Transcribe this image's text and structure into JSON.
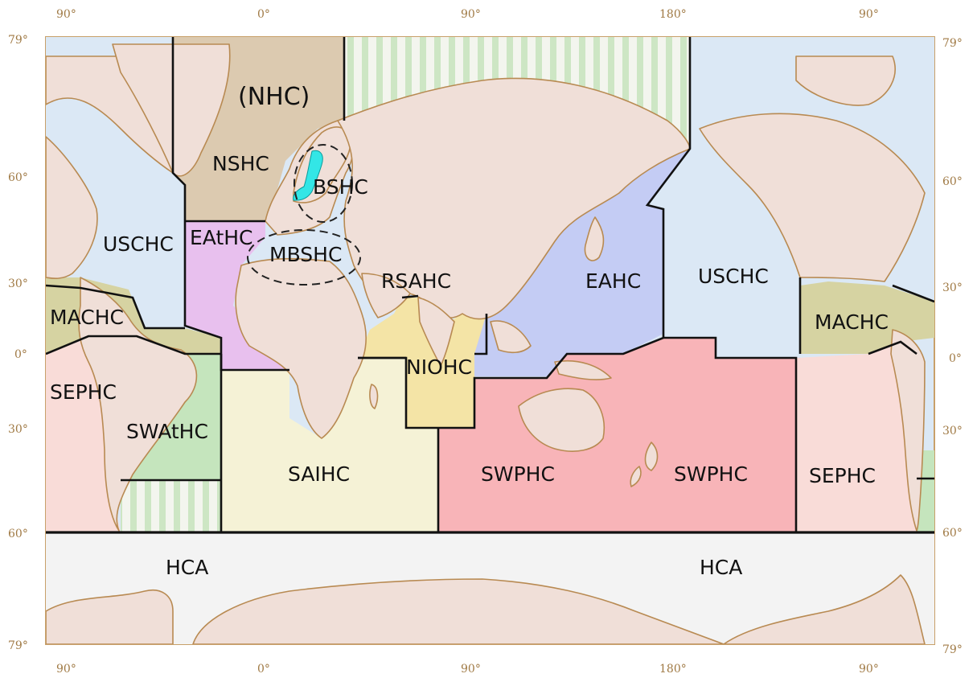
{
  "map": {
    "longitude_ticks_top": [
      "90°",
      "0°",
      "90°",
      "180°",
      "90°"
    ],
    "longitude_ticks_bottom": [
      "90°",
      "0°",
      "90°",
      "180°",
      "90°"
    ],
    "latitude_ticks_left": [
      "79°",
      "60°",
      "30°",
      "0°",
      "30°",
      "60°",
      "79°"
    ],
    "latitude_ticks_right": [
      "79°",
      "60°",
      "30°",
      "0°",
      "30°",
      "60°",
      "79°"
    ],
    "regions": {
      "nhc": "(NHC)",
      "nshc": "NSHC",
      "bshc": "BSHC",
      "uschc_west": "USCHC",
      "eathc": "EAtHC",
      "mbshc": "MBSHC",
      "rsahc": "RSAHC",
      "eahc": "EAHC",
      "uschc_east": "USCHC",
      "machc_west": "MACHC",
      "machc_east": "MACHC",
      "niohc": "NIOHC",
      "sephc_west": "SEPHC",
      "swathc": "SWAtHC",
      "saihc": "SAIHC",
      "swphc_west": "SWPHC",
      "swphc_east": "SWPHC",
      "sephc_east": "SEPHC",
      "hca_west": "HCA",
      "hca_east": "HCA"
    },
    "colors": {
      "ocean_default": "#dbe8f5",
      "land": "#f0dfd8",
      "coastline": "#b88a52",
      "border": "#111111",
      "frame": "#c8a06a",
      "nhc_nshc": "#dccab0",
      "arctic_stripe": "#cde6c4",
      "bshc_sea": "#33e6e6",
      "eathc": "#e8c0ee",
      "machc": "#d6d3a2",
      "rsahc_niohc": "#f4e4a6",
      "eahc": "#c4ccf4",
      "sephc": "#f9dcd8",
      "swathc": "#c5e5bd",
      "saihc": "#f5f2d6",
      "swphc": "#f8b4b8",
      "hca": "#f3f3f3"
    }
  }
}
